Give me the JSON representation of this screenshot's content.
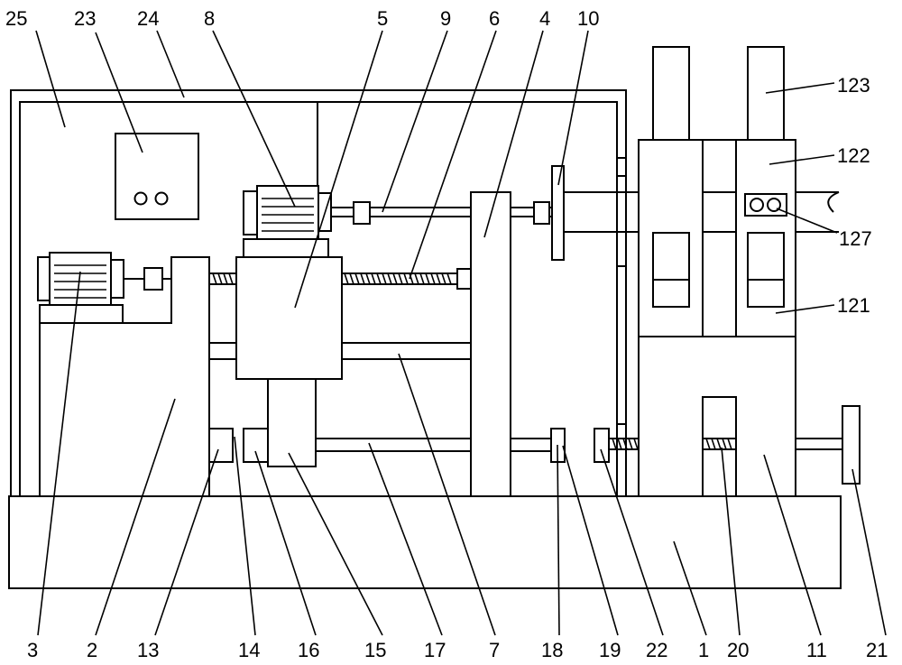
{
  "callouts": {
    "top": [
      "25",
      "23",
      "24",
      "8",
      "5",
      "9",
      "6",
      "4",
      "10"
    ],
    "right": [
      "123",
      "122",
      "127",
      "121"
    ],
    "bottom": [
      "3",
      "2",
      "13",
      "14",
      "16",
      "15",
      "17",
      "7",
      "18",
      "19",
      "22",
      "1",
      "20",
      "11",
      "21"
    ]
  },
  "colors": {
    "line": "#000000",
    "background": "#ffffff"
  }
}
